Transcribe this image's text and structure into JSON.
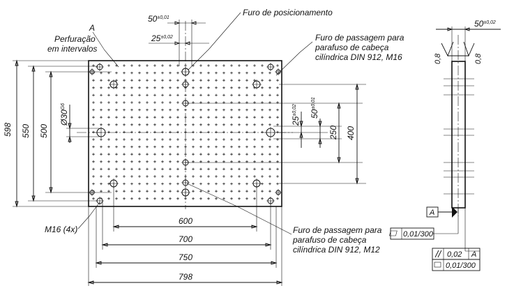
{
  "labels": {
    "posicionamento": "Furo de posicionamento",
    "passagem_m16_l1": "Furo de passagem para",
    "passagem_m16_l2": "parafuso de cabeça",
    "passagem_m16_l3": "cilíndrica DIN 912, M16",
    "passagem_m12_l1": "Furo de passagem para",
    "passagem_m12_l2": "parafuso de cabeça",
    "passagem_m12_l3": "cilíndrica DIN 912, M12",
    "perfuracao_l1": "Perfuração",
    "perfuracao_l2": "em intervalos",
    "detail_a": "A",
    "m16": "M16 (4x)"
  },
  "dimensions": {
    "d50_value": "50",
    "d50_tol": "±0,01",
    "d25_value": "25",
    "d25_tol": "±0,02",
    "d598": "598",
    "d550": "550",
    "d500": "500",
    "d30_value": "Ø30",
    "d30_tol": "G6",
    "d25r_value": "25",
    "d25r_tol": "±0,02",
    "d50r_value": "50",
    "d50r_tol": "±0,01",
    "d250": "250",
    "d400": "400",
    "d600": "600",
    "d700": "700",
    "d750": "750",
    "d798": "798"
  },
  "side_view": {
    "d50_value": "50",
    "d50_tol": "±0,02",
    "rough_left": "0,8",
    "rough_right": "0,8",
    "datum": "A",
    "flatness": "0,01/300",
    "parallel_value": "0,02",
    "parallel_ref": "A",
    "flatness2": "0,01/300"
  },
  "symbols": {
    "flatness_icon": "flatness-icon",
    "parallel_icon": "parallelism-icon",
    "roughness_icon": "roughness-icon"
  }
}
